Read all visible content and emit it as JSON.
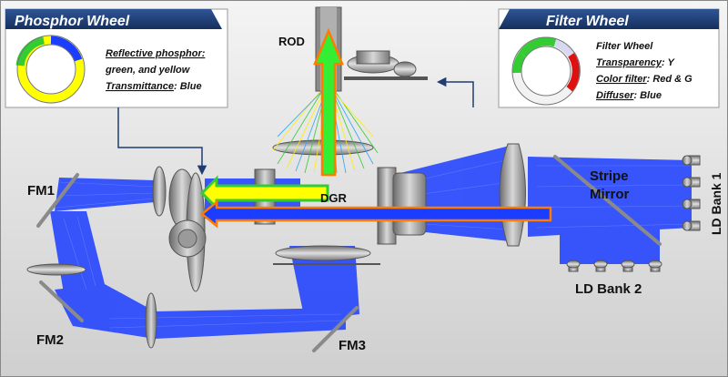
{
  "phosphor_wheel": {
    "title": "Phosphor Wheel",
    "line1": "Reflective phosphor:",
    "line2": "green, and yellow",
    "line3_key": "Transmittance",
    "line3_val": ": Blue"
  },
  "filter_wheel": {
    "title": "Filter Wheel",
    "line1": "Filter Wheel",
    "line2_key": "Transparency",
    "line2_val": ": Y",
    "line3_key": "Color filter",
    "line3_val": ": Red & G",
    "line4_key": "Diffuser",
    "line4_val": ": Blue"
  },
  "labels": {
    "rod": "ROD",
    "fm1": "FM1",
    "fm2": "FM2",
    "fm3": "FM3",
    "dgr": "DGR",
    "stripe": "Stripe",
    "mirror": "Mirror",
    "ld_bank_1": "LD Bank 1",
    "ld_bank_2": "LD Bank 2"
  },
  "colors": {
    "header_blue": "#1f3d73",
    "beam_blue": "#1a3dff",
    "green": "#33cc33",
    "yellow": "#ffff00",
    "red": "#e01010",
    "orange": "#ff7a00",
    "lavender": "#d8d8f0"
  }
}
